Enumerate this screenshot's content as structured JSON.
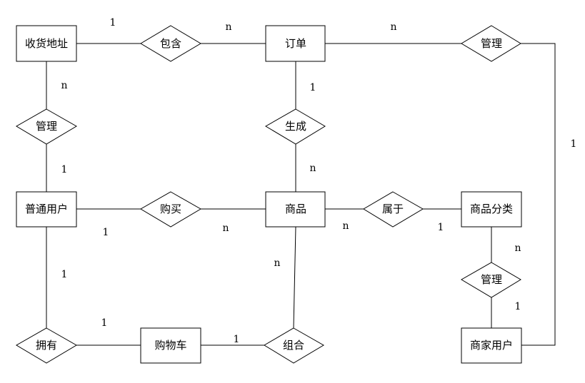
{
  "entities": {
    "address": "收货地址",
    "order": "订单",
    "user": "普通用户",
    "product": "商品",
    "category": "商品分类",
    "cart": "购物车",
    "merchant": "商家用户"
  },
  "relationships": {
    "contain": "包含",
    "manage_top": "管理",
    "manage_left": "管理",
    "generate": "生成",
    "buy": "购买",
    "belong": "属于",
    "manage_right": "管理",
    "own": "拥有",
    "combine": "组合"
  },
  "cardinalities": {
    "address_contain": "1",
    "contain_order": "n",
    "order_manage": "n",
    "manage_merchant": "1",
    "address_manage": "n",
    "manage_user": "1",
    "order_generate": "1",
    "generate_product": "n",
    "user_buy": "1",
    "buy_product": "n",
    "product_belong": "n",
    "belong_category": "1",
    "category_manage": "n",
    "manage_merchant2": "1",
    "user_own": "1",
    "own_cart": "1",
    "cart_combine": "1",
    "combine_product": "n"
  }
}
